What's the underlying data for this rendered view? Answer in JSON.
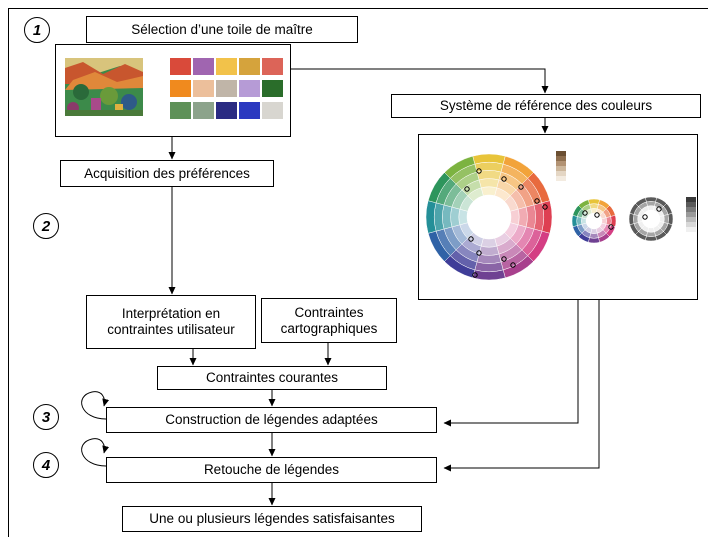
{
  "steps": {
    "s1": "1",
    "s2": "2",
    "s3": "3",
    "s4": "4"
  },
  "boxes": {
    "selection": "Sélection d’une toile de maître",
    "acquisition": "Acquisition des préférences",
    "systeme": "Système de référence des couleurs",
    "interpretation_l1": "Interprétation en",
    "interpretation_l2": "contraintes utilisateur",
    "carto_l1": "Contraintes",
    "carto_l2": "cartographiques",
    "courantes": "Contraintes courantes",
    "construction": "Construction de légendes adaptées",
    "retouche": "Retouche de légendes",
    "satisfaisantes": "Une ou plusieurs légendes satisfaisantes"
  },
  "palette": {
    "colors": [
      "#d94a3a",
      "#a065b0",
      "#f2c24a",
      "#d5a33c",
      "#dc6458",
      "#f08a1e",
      "#ecbf9b",
      "#c0b5a8",
      "#b69bd6",
      "#2a6d2a",
      "#5e9158",
      "#8ca38b",
      "#2a2b83",
      "#2b39c0",
      "#d8d6d0"
    ]
  },
  "wheel": {
    "hue_colors": [
      "#e8c43a",
      "#f2a33a",
      "#e86a3e",
      "#de3f52",
      "#d43e83",
      "#a8408d",
      "#6f4192",
      "#3f3d98",
      "#2f62a6",
      "#248f98",
      "#2d955c",
      "#7cb340"
    ],
    "gray_scale": [
      "#3a3a3a",
      "#5a5a5a",
      "#7a7a7a",
      "#9a9a9a",
      "#bbbbbb",
      "#d8d8d8",
      "#f0f0f0"
    ],
    "brown_scale": [
      "#6b4f32",
      "#8e6e4e",
      "#b29273",
      "#cdb79c",
      "#e4d6c4",
      "#f3ebe0"
    ]
  }
}
